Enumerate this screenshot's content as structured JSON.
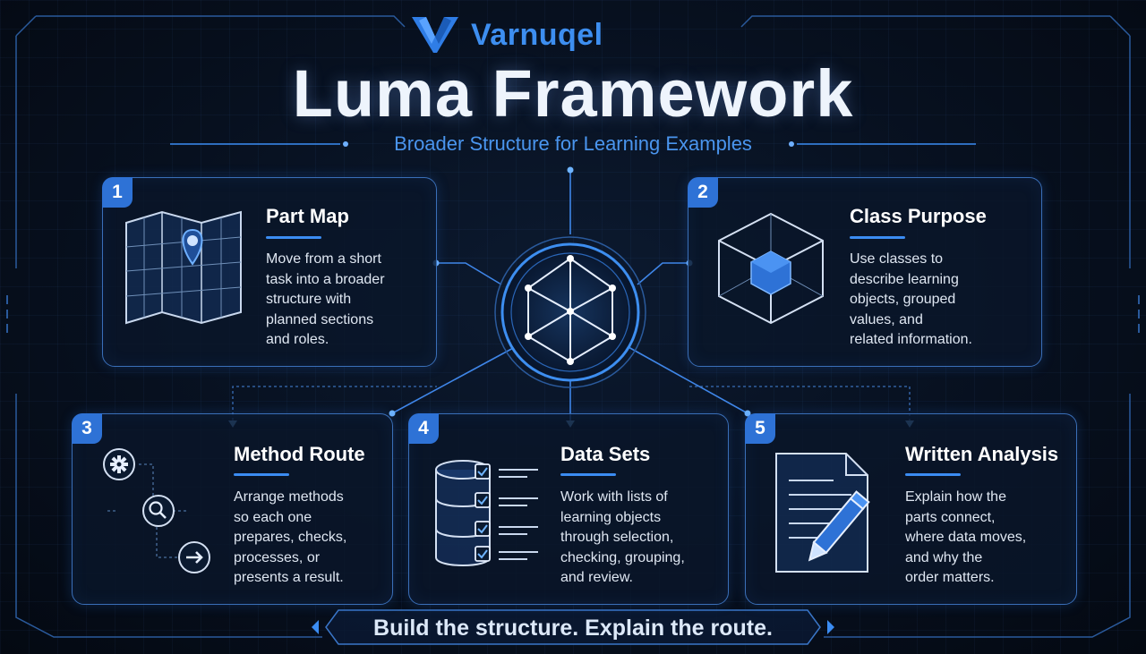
{
  "brand": {
    "name": "Varnuqel",
    "logo_icon": "v-logo-icon",
    "accent": "#3d8ef0"
  },
  "title": "Luma Framework",
  "subtitle": "Broader Structure for Learning Examples",
  "cards": [
    {
      "number": "1",
      "title": "Part Map",
      "description": "Move from a short\ntask into a broader\nstructure with\nplanned sections\nand roles.",
      "icon": "folded-map-pin-icon"
    },
    {
      "number": "2",
      "title": "Class Purpose",
      "description": "Use classes to\ndescribe learning\nobjects, grouped\nvalues, and\nrelated information.",
      "icon": "cube-in-cube-icon"
    },
    {
      "number": "3",
      "title": "Method Route",
      "description": "Arrange methods\nso each one\nprepares, checks,\nprocesses, or\npresents a result.",
      "icon": "gear-search-arrow-route-icon"
    },
    {
      "number": "4",
      "title": "Data Sets",
      "description": "Work with lists of\nlearning objects\nthrough selection,\nchecking, grouping,\nand review.",
      "icon": "database-checklist-icon"
    },
    {
      "number": "5",
      "title": "Written Analysis",
      "description": "Explain how the\nparts connect,\nwhere data moves,\nand why the\norder matters.",
      "icon": "document-pencil-icon"
    }
  ],
  "hub": {
    "icon": "cube-network-hub-icon"
  },
  "footer": "Build the structure. Explain the route.",
  "colors": {
    "accent": "#3b8cf2",
    "card_border": "#3a6fb8",
    "background": "#07101f"
  }
}
